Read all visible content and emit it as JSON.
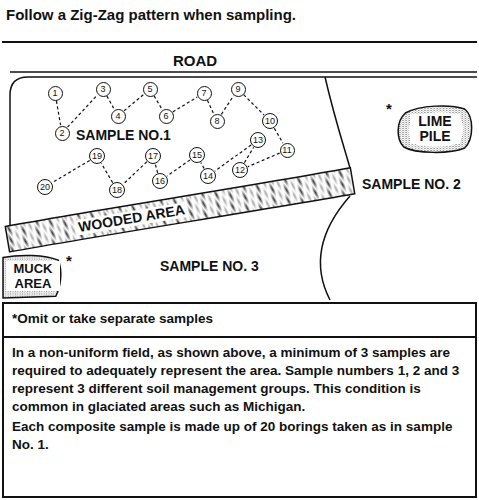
{
  "diagram": {
    "title": "Follow a Zig-Zag pattern when sampling.",
    "nodes": [
      {
        "text": [
          "1"
        ]
      },
      {
        "text": [
          "2"
        ]
      },
      {
        "text": [
          "3"
        ]
      },
      {
        "text": [
          "4"
        ]
      },
      {
        "text": [
          "5"
        ]
      },
      {
        "text": [
          "6"
        ]
      },
      {
        "text": [
          "7"
        ]
      },
      {
        "text": [
          "8"
        ]
      },
      {
        "text": [
          "9"
        ]
      },
      {
        "text": [
          "10"
        ]
      },
      {
        "text": [
          "11"
        ]
      },
      {
        "text": [
          "12"
        ]
      },
      {
        "text": [
          "13"
        ]
      },
      {
        "text": [
          "14"
        ]
      },
      {
        "text": [
          "15"
        ]
      },
      {
        "text": [
          "16"
        ]
      },
      {
        "text": [
          "17"
        ]
      },
      {
        "text": [
          "18"
        ]
      },
      {
        "text": [
          "19"
        ]
      },
      {
        "text": [
          "20"
        ]
      },
      {
        "text": [
          "LIME PILE"
        ]
      },
      {
        "text": [
          "WOODED AREA"
        ]
      },
      {
        "text": [
          "MUCK AREA"
        ]
      },
      {
        "text": [
          "*Omit or take separate samples",
          "In a non-uniform field, as shown above, a minimum of 3 samples are required to adequately represent the area. Sample numbers 1, 2 and 3 represent 3 different soil management groups. This condition is common in glaciated areas such as Michigan.",
          "Each composite sample is made up of 20 borings taken as in sample No. 1."
        ]
      }
    ],
    "edges": [
      {
        "from": 0,
        "to": 1,
        "arrow": "none"
      },
      {
        "from": 1,
        "to": 2,
        "arrow": "none"
      },
      {
        "from": 2,
        "to": 3,
        "arrow": "none"
      },
      {
        "from": 3,
        "to": 4,
        "arrow": "none"
      },
      {
        "from": 4,
        "to": 5,
        "arrow": "none"
      },
      {
        "from": 5,
        "to": 6,
        "arrow": "none"
      },
      {
        "from": 6,
        "to": 7,
        "arrow": "none"
      },
      {
        "from": 7,
        "to": 8,
        "arrow": "none"
      },
      {
        "from": 8,
        "to": 9,
        "arrow": "none"
      },
      {
        "from": 9,
        "to": 10,
        "arrow": "none"
      },
      {
        "from": 10,
        "to": 11,
        "arrow": "none"
      },
      {
        "from": 11,
        "to": 12,
        "arrow": "none"
      },
      {
        "from": 12,
        "to": 13,
        "arrow": "none"
      },
      {
        "from": 13,
        "to": 14,
        "arrow": "none"
      },
      {
        "from": 14,
        "to": 15,
        "arrow": "none"
      },
      {
        "from": 15,
        "to": 16,
        "arrow": "none"
      },
      {
        "from": 16,
        "to": 17,
        "arrow": "none"
      },
      {
        "from": 17,
        "to": 18,
        "arrow": "none"
      },
      {
        "from": 18,
        "to": 19,
        "arrow": "none"
      }
    ],
    "labels": [
      "ROAD",
      "SAMPLE NO.1",
      "SAMPLE NO. 2",
      "SAMPLE NO. 3",
      "*",
      "*"
    ]
  }
}
